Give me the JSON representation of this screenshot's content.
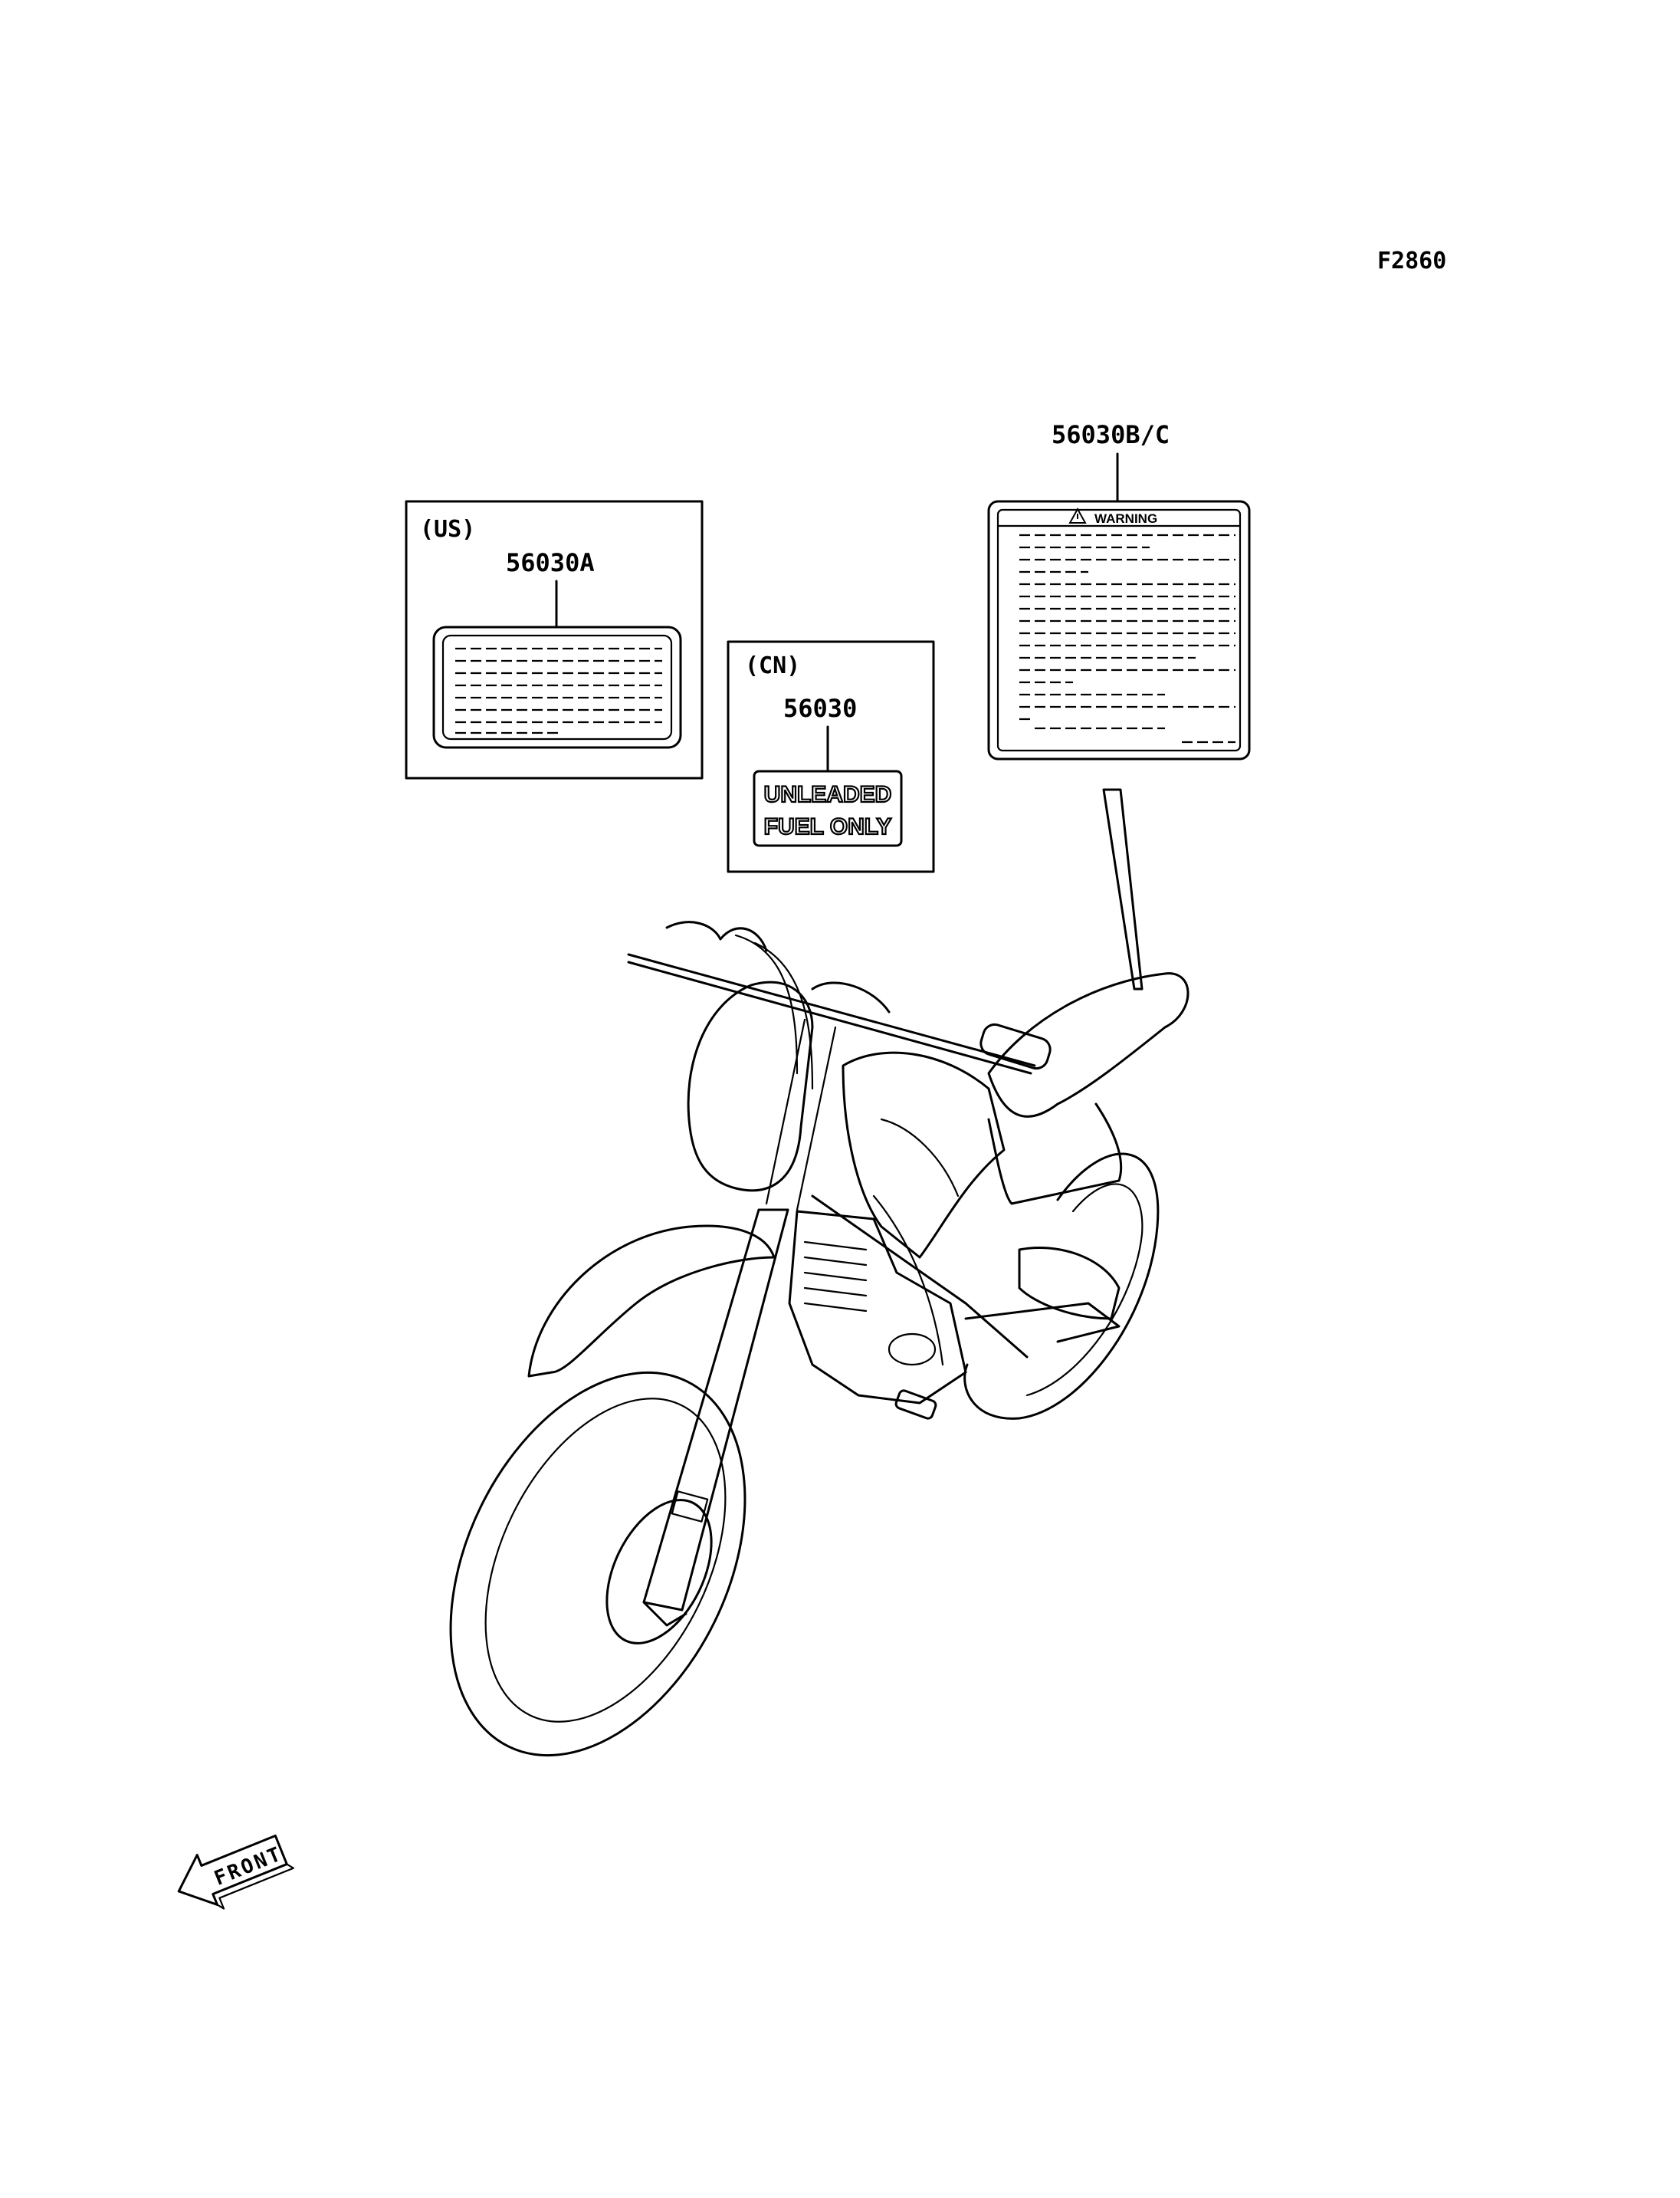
{
  "diagram_id": "F2860",
  "labels": {
    "us": {
      "region": "(US)",
      "part_no": "56030A"
    },
    "cn": {
      "region": "(CN)",
      "part_no": "56030",
      "sticker_line1": "UNLEADED",
      "sticker_line2": "FUEL ONLY"
    },
    "warning": {
      "part_no": "56030B/C",
      "heading": "WARNING"
    }
  },
  "front_indicator": "FRONT",
  "colors": {
    "ink": "#000000",
    "paper": "#ffffff"
  }
}
